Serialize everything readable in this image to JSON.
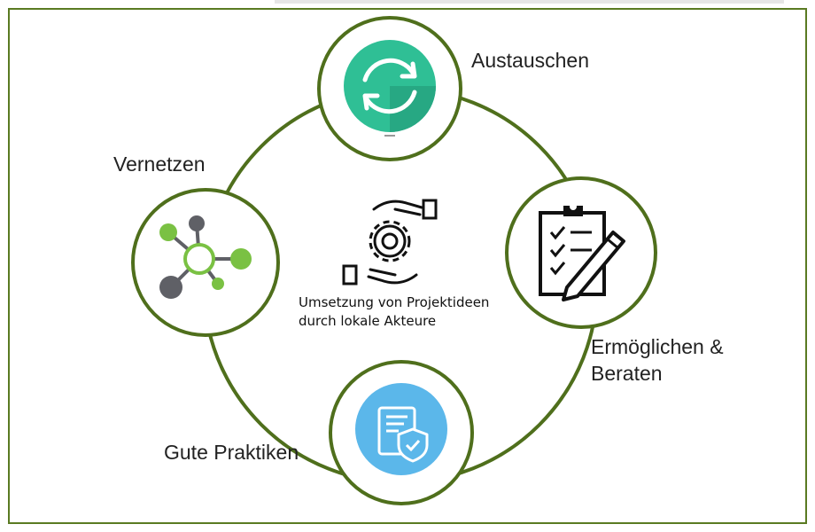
{
  "nodes": {
    "austauschen": {
      "label": "Austauschen",
      "icon": "refresh-icon"
    },
    "ermoeglichen": {
      "label_line1": "Ermöglichen &",
      "label_line2": "Beraten",
      "icon": "clipboard-checklist-icon"
    },
    "gute_praktiken": {
      "label": "Gute Praktiken",
      "icon": "document-shield-icon"
    },
    "vernetzen": {
      "label": "Vernetzen",
      "icon": "network-icon"
    }
  },
  "center": {
    "line1": "Umsetzung von Projektideen",
    "line2": "durch lokale Akteure",
    "icon": "hands-gear-icon"
  },
  "colors": {
    "ring": "#4f6f1c",
    "frame": "#5a7a22",
    "teal": "#2fbf95",
    "blue": "#5bb7ea",
    "green": "#7ac143",
    "gray": "#5f6066"
  }
}
